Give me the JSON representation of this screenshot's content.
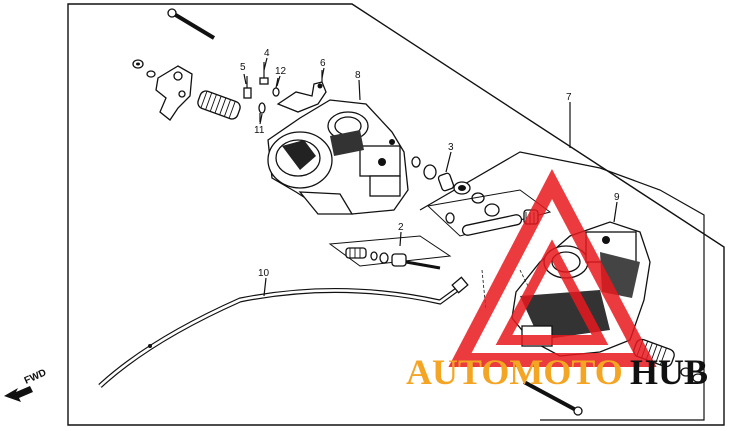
{
  "diagram": {
    "callouts": [
      {
        "id": "callout-4",
        "text": "4"
      },
      {
        "id": "callout-5",
        "text": "5"
      },
      {
        "id": "callout-12",
        "text": "12"
      },
      {
        "id": "callout-6",
        "text": "6"
      },
      {
        "id": "callout-8",
        "text": "8"
      },
      {
        "id": "callout-11",
        "text": "11"
      },
      {
        "id": "callout-7",
        "text": "7"
      },
      {
        "id": "callout-3",
        "text": "3"
      },
      {
        "id": "callout-9",
        "text": "9"
      },
      {
        "id": "callout-2",
        "text": "2"
      },
      {
        "id": "callout-10",
        "text": "10"
      }
    ],
    "direction_label": "FWD",
    "watermark": {
      "text_left": "AUTOMOTO",
      "text_right": "HUB",
      "color_left": "#f5a524",
      "color_right": "#111111",
      "triangle_color": "#e8191e"
    }
  }
}
